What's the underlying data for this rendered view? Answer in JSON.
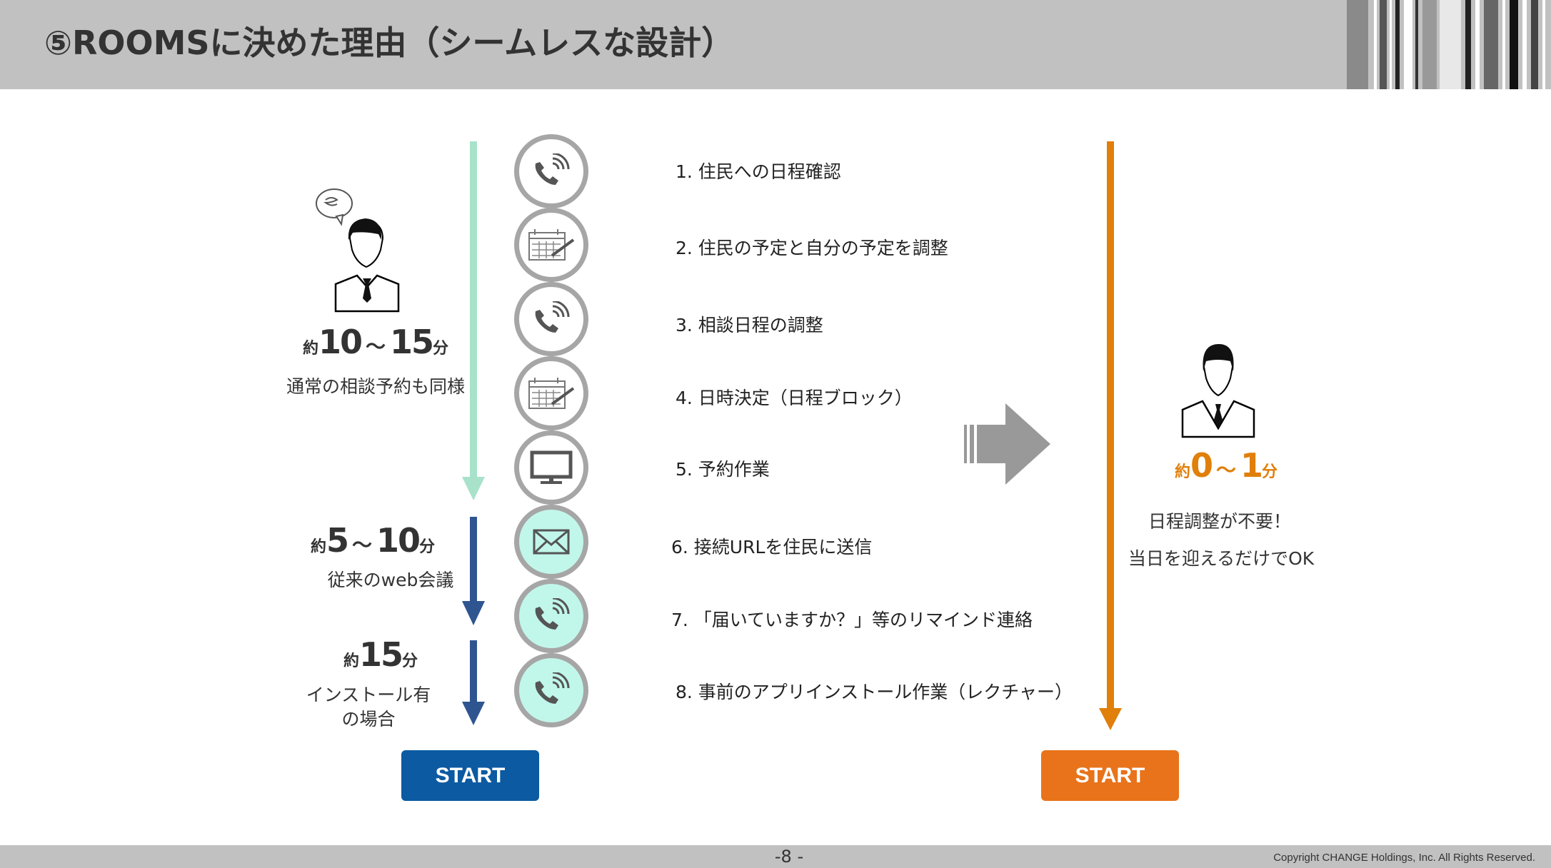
{
  "header": {
    "title": "⑤ROOMSに決めた理由（シームレスな設計）"
  },
  "steps": [
    {
      "label": "1. 住民への日程確認",
      "icon": "phone-icon"
    },
    {
      "label": "2. 住民の予定と自分の予定を調整",
      "icon": "calendar-icon"
    },
    {
      "label": "3. 相談日程の調整",
      "icon": "phone-icon"
    },
    {
      "label": "4. 日時決定（日程ブロック）",
      "icon": "calendar-icon"
    },
    {
      "label": "5. 予約作業",
      "icon": "monitor-icon"
    },
    {
      "label": "6. 接続URLを住民に送信",
      "icon": "mail-icon"
    },
    {
      "label": "7. 「届いていますか？」等のリマインド連絡",
      "icon": "phone-icon"
    },
    {
      "label": "8. 事前のアプリインストール作業（レクチャー）",
      "icon": "phone-icon"
    }
  ],
  "left": {
    "block1": {
      "prefix": "約",
      "from": "10",
      "tilde": "～",
      "to": "15",
      "unit": "分",
      "note": "通常の相談予約も同様"
    },
    "block2": {
      "prefix": "約",
      "from": "5",
      "tilde": "～",
      "to": "10",
      "unit": "分",
      "note": "従来のweb会議"
    },
    "block3": {
      "prefix": "約",
      "value": "15",
      "unit": "分",
      "note_line1": "インストール有",
      "note_line2": "の場合"
    },
    "start_label": "START"
  },
  "right": {
    "prefix": "約",
    "from": "0",
    "tilde": "～",
    "to": "1",
    "unit": "分",
    "note_line1": "日程調整が不要！",
    "note_line2": "当日を迎えるだけでOK",
    "start_label": "START"
  },
  "footer": {
    "page": "-8 -",
    "copyright": "Copyright CHANGE Holdings, Inc. All Rights Reserved."
  },
  "colors": {
    "header_bg": "#c0c1c0",
    "green_arrow": "#a8e2cb",
    "blue_arrow": "#2f5591",
    "orange": "#e07f0a",
    "blue_button": "#0b5aa2",
    "orange_button": "#e8731a",
    "teal_circle": "#c1f7ea"
  }
}
